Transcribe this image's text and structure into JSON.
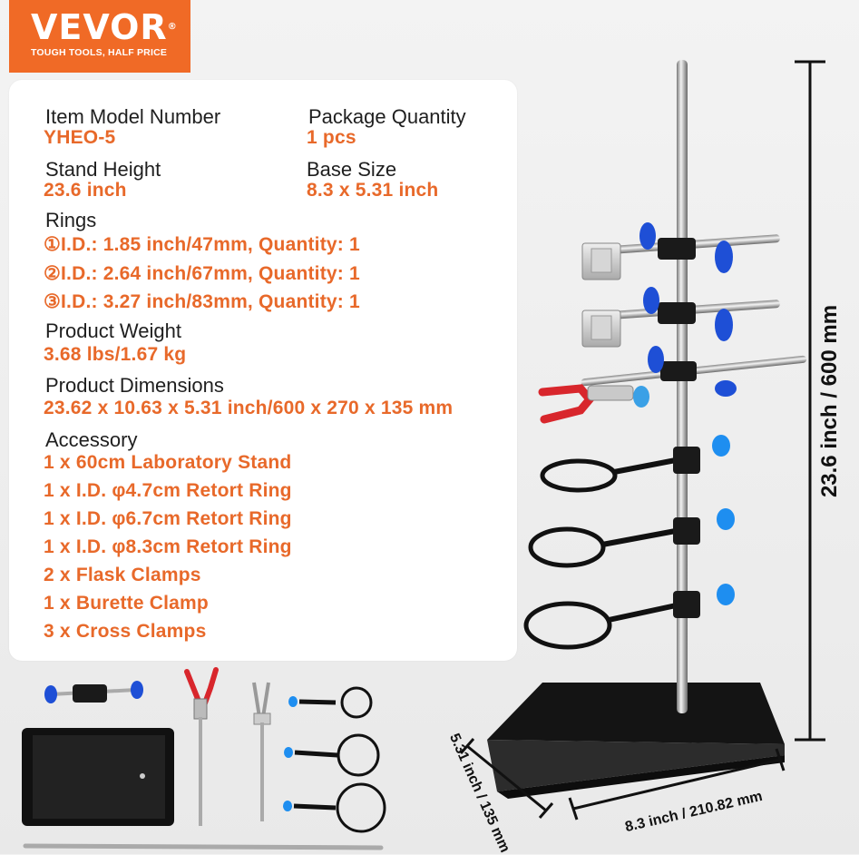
{
  "brand": {
    "name": "VEVOR",
    "mark": "®",
    "tagline": "TOUGH TOOLS, HALF PRICE"
  },
  "specs": {
    "model_label": "Item Model Number",
    "model_value": "YHEO-5",
    "qty_label": "Package Quantity",
    "qty_value": "1 pcs",
    "height_label": "Stand Height",
    "height_value": "23.6 inch",
    "base_label": "Base Size",
    "base_value": "8.3 x 5.31 inch",
    "rings_label": "Rings",
    "rings": [
      "①I.D.: 1.85 inch/47mm, Quantity: 1",
      "②I.D.: 2.64 inch/67mm, Quantity: 1",
      "③I.D.: 3.27 inch/83mm, Quantity: 1"
    ],
    "weight_label": "Product Weight",
    "weight_value": "3.68 lbs/1.67 kg",
    "dims_label": "Product Dimensions",
    "dims_value": "23.62 x 10.63 x 5.31 inch/600 x 270 x 135 mm",
    "accessory_label": "Accessory",
    "accessories": [
      "1 x 60cm Laboratory Stand",
      "1 x I.D.  φ4.7cm Retort Ring",
      "1 x I.D.  φ6.7cm Retort Ring",
      "1 x I.D.  φ8.3cm Retort Ring",
      "2 x Flask Clamps",
      "1 x Burette Clamp",
      "3 x Cross Clamps"
    ]
  },
  "dimensions": {
    "height": "23.6 inch / 600 mm",
    "depth": "5.31 inch / 135 mm",
    "width": "8.3 inch / 210.82 mm"
  },
  "colors": {
    "accent": "#f06a26",
    "value_text": "#e8692a",
    "knob_blue": "#1e4fd6",
    "grip_red": "#d8262c"
  }
}
